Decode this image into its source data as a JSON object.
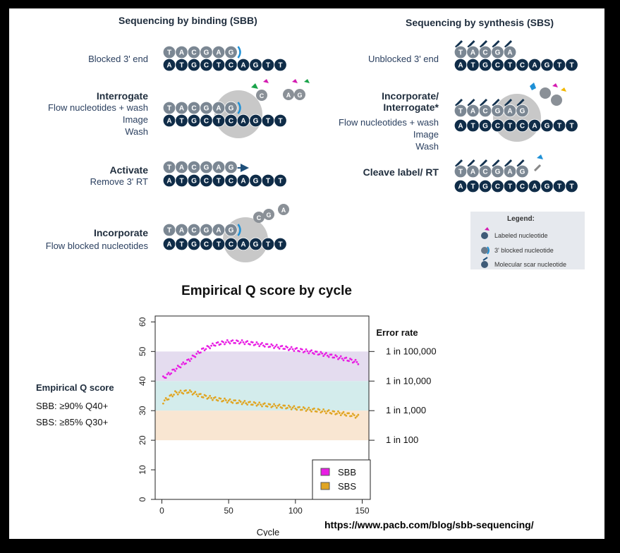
{
  "diagram": {
    "sbb": {
      "title": "Sequencing by binding (SBB)",
      "steps": [
        {
          "label": "Blocked 3' end",
          "sub": []
        },
        {
          "label": "Interrogate",
          "sub": [
            "Flow nucleotides + wash",
            "Image",
            "Wash"
          ]
        },
        {
          "label": "Activate",
          "sub": [
            "Remove 3' RT"
          ]
        },
        {
          "label": "Incorporate",
          "sub": [
            "Flow blocked nucleotides"
          ]
        }
      ]
    },
    "sbs": {
      "title": "Sequencing by synthesis (SBS)",
      "steps": [
        {
          "label": "Unblocked 3' end",
          "sub": []
        },
        {
          "label": "Incorporate/ Interrogate*",
          "sub": [
            "Flow nucleotides + wash",
            "Image",
            "Wash"
          ]
        },
        {
          "label": "Cleave label/ RT",
          "sub": []
        }
      ]
    },
    "strands": {
      "template": [
        "A",
        "T",
        "G",
        "C",
        "T",
        "C",
        "A",
        "G",
        "T",
        "T"
      ],
      "primer": [
        "T",
        "A",
        "C",
        "G",
        "A",
        "G"
      ]
    },
    "legend": {
      "title": "Legend:",
      "items": [
        "Labeled nucleotide",
        "3' blocked nucleotide",
        "Molecular scar nucleotide"
      ]
    }
  },
  "side": {
    "title": "Empirical Q score",
    "lines": [
      "SBB: ≥90% Q40+",
      "SBS: ≥85% Q30+"
    ]
  },
  "url": "https://www.pacb.com/blog/sbb-sequencing/",
  "chart_data": {
    "type": "scatter",
    "title": "Empirical Q score by cycle",
    "xlabel": "Cycle",
    "ylabel": "",
    "xlim": [
      -5,
      155
    ],
    "ylim": [
      0,
      62
    ],
    "xticks": [
      0,
      50,
      100,
      150
    ],
    "yticks": [
      0,
      10,
      20,
      30,
      40,
      50,
      60
    ],
    "right_axis": {
      "title": "Error rate",
      "ticks": [
        {
          "y": 50,
          "label": "1 in 100,000"
        },
        {
          "y": 40,
          "label": "1 in 10,000"
        },
        {
          "y": 30,
          "label": "1 in 1,000"
        },
        {
          "y": 20,
          "label": "1 in 100"
        }
      ]
    },
    "bands": [
      {
        "y": [
          40,
          50
        ],
        "color": "#e4dcef"
      },
      {
        "y": [
          30,
          40
        ],
        "color": "#d3ecec"
      },
      {
        "y": [
          20,
          30
        ],
        "color": "#f9e6d2"
      }
    ],
    "series": [
      {
        "name": "SBB",
        "color": "#e81de3",
        "x": [
          1,
          10,
          20,
          30,
          40,
          50,
          60,
          70,
          80,
          90,
          100,
          110,
          120,
          130,
          140,
          147
        ],
        "y": [
          41,
          44,
          47,
          50.5,
          52.5,
          53.3,
          53.2,
          52.6,
          52,
          51.4,
          50.7,
          50,
          49.2,
          48.2,
          47.2,
          46.3
        ]
      },
      {
        "name": "SBS",
        "color": "#e0a522",
        "x": [
          1,
          10,
          20,
          30,
          40,
          50,
          60,
          70,
          80,
          90,
          100,
          110,
          120,
          130,
          140,
          147
        ],
        "y": [
          33,
          36,
          36.5,
          35,
          34,
          33.3,
          32.8,
          32.3,
          31.8,
          31.4,
          30.9,
          30.4,
          29.9,
          29.3,
          28.7,
          28
        ]
      }
    ],
    "legend_position": "bottom-right",
    "grid": false
  }
}
